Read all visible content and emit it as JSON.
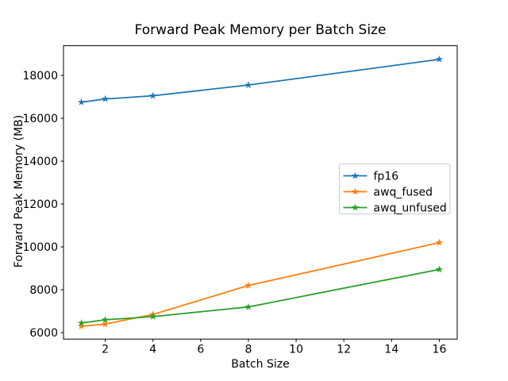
{
  "chart_data": {
    "type": "line",
    "title": "Forward Peak Memory per Batch Size",
    "xlabel": "Batch Size",
    "ylabel": "Forward Peak Memory (MB)",
    "x": [
      1,
      2,
      4,
      8,
      16
    ],
    "series": [
      {
        "name": "fp16",
        "color": "#1f77b4",
        "values": [
          16750,
          16900,
          17050,
          17550,
          18750
        ]
      },
      {
        "name": "awq_fused",
        "color": "#ff7f0e",
        "values": [
          6300,
          6400,
          6850,
          8200,
          10200
        ]
      },
      {
        "name": "awq_unfused",
        "color": "#2ca02c",
        "values": [
          6450,
          6600,
          6750,
          7200,
          8950
        ]
      }
    ],
    "xticks": [
      "2",
      "4",
      "6",
      "8",
      "10",
      "12",
      "14",
      "16"
    ],
    "xtick_values": [
      2,
      4,
      6,
      8,
      10,
      12,
      14,
      16
    ],
    "yticks": [
      "6000",
      "8000",
      "10000",
      "12000",
      "14000",
      "16000",
      "18000"
    ],
    "ytick_values": [
      6000,
      8000,
      10000,
      12000,
      14000,
      16000,
      18000
    ],
    "xlim": [
      0.25,
      16.75
    ],
    "ylim": [
      5700,
      19385
    ],
    "grid": false,
    "marker": "star",
    "legend_position": "center right",
    "legend_entries": [
      "fp16",
      "awq_fused",
      "awq_unfused"
    ],
    "axis_color": "#000000",
    "legend_border_color": "#cccccc",
    "background_color": "#ffffff"
  }
}
